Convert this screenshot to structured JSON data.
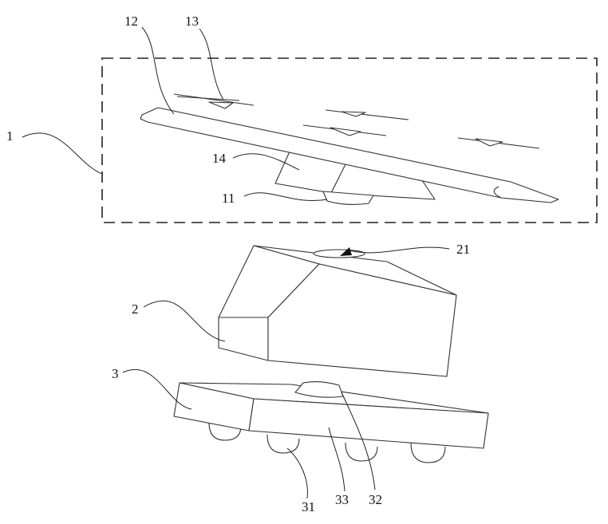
{
  "figure": {
    "labels": {
      "uav_system": "1",
      "uav_body": "11",
      "wing": "12",
      "rotor": "13",
      "fuselage_pod": "14",
      "housing": "2",
      "docking_port": "21",
      "vehicle": "3",
      "wheel": "31",
      "mount": "32",
      "chassis": "33"
    }
  }
}
